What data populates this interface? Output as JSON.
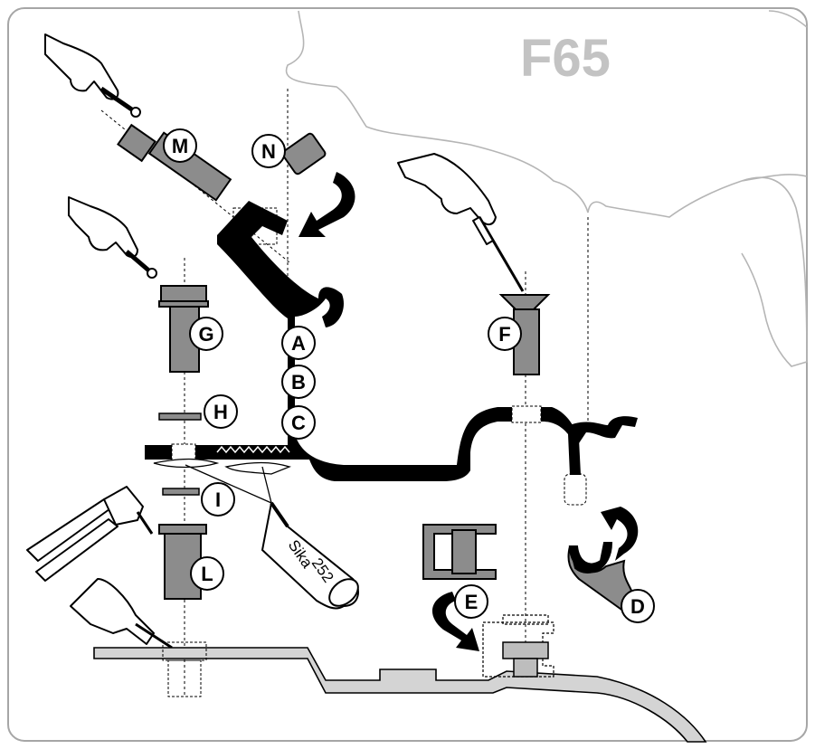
{
  "figure": {
    "code": "F65",
    "tube_brand": "Sika",
    "tube_number": "252"
  },
  "labels": {
    "A": "A",
    "B": "B",
    "C": "C",
    "D": "D",
    "E": "E",
    "F": "F",
    "G": "G",
    "H": "H",
    "I": "I",
    "L": "L",
    "M": "M",
    "N": "N"
  },
  "colors": {
    "frame": "#a6a6a6",
    "outline": "#000000",
    "part_fill": "#8c8c8c",
    "light_fill": "#d4d4d4",
    "code_text": "#c3c3c3"
  }
}
